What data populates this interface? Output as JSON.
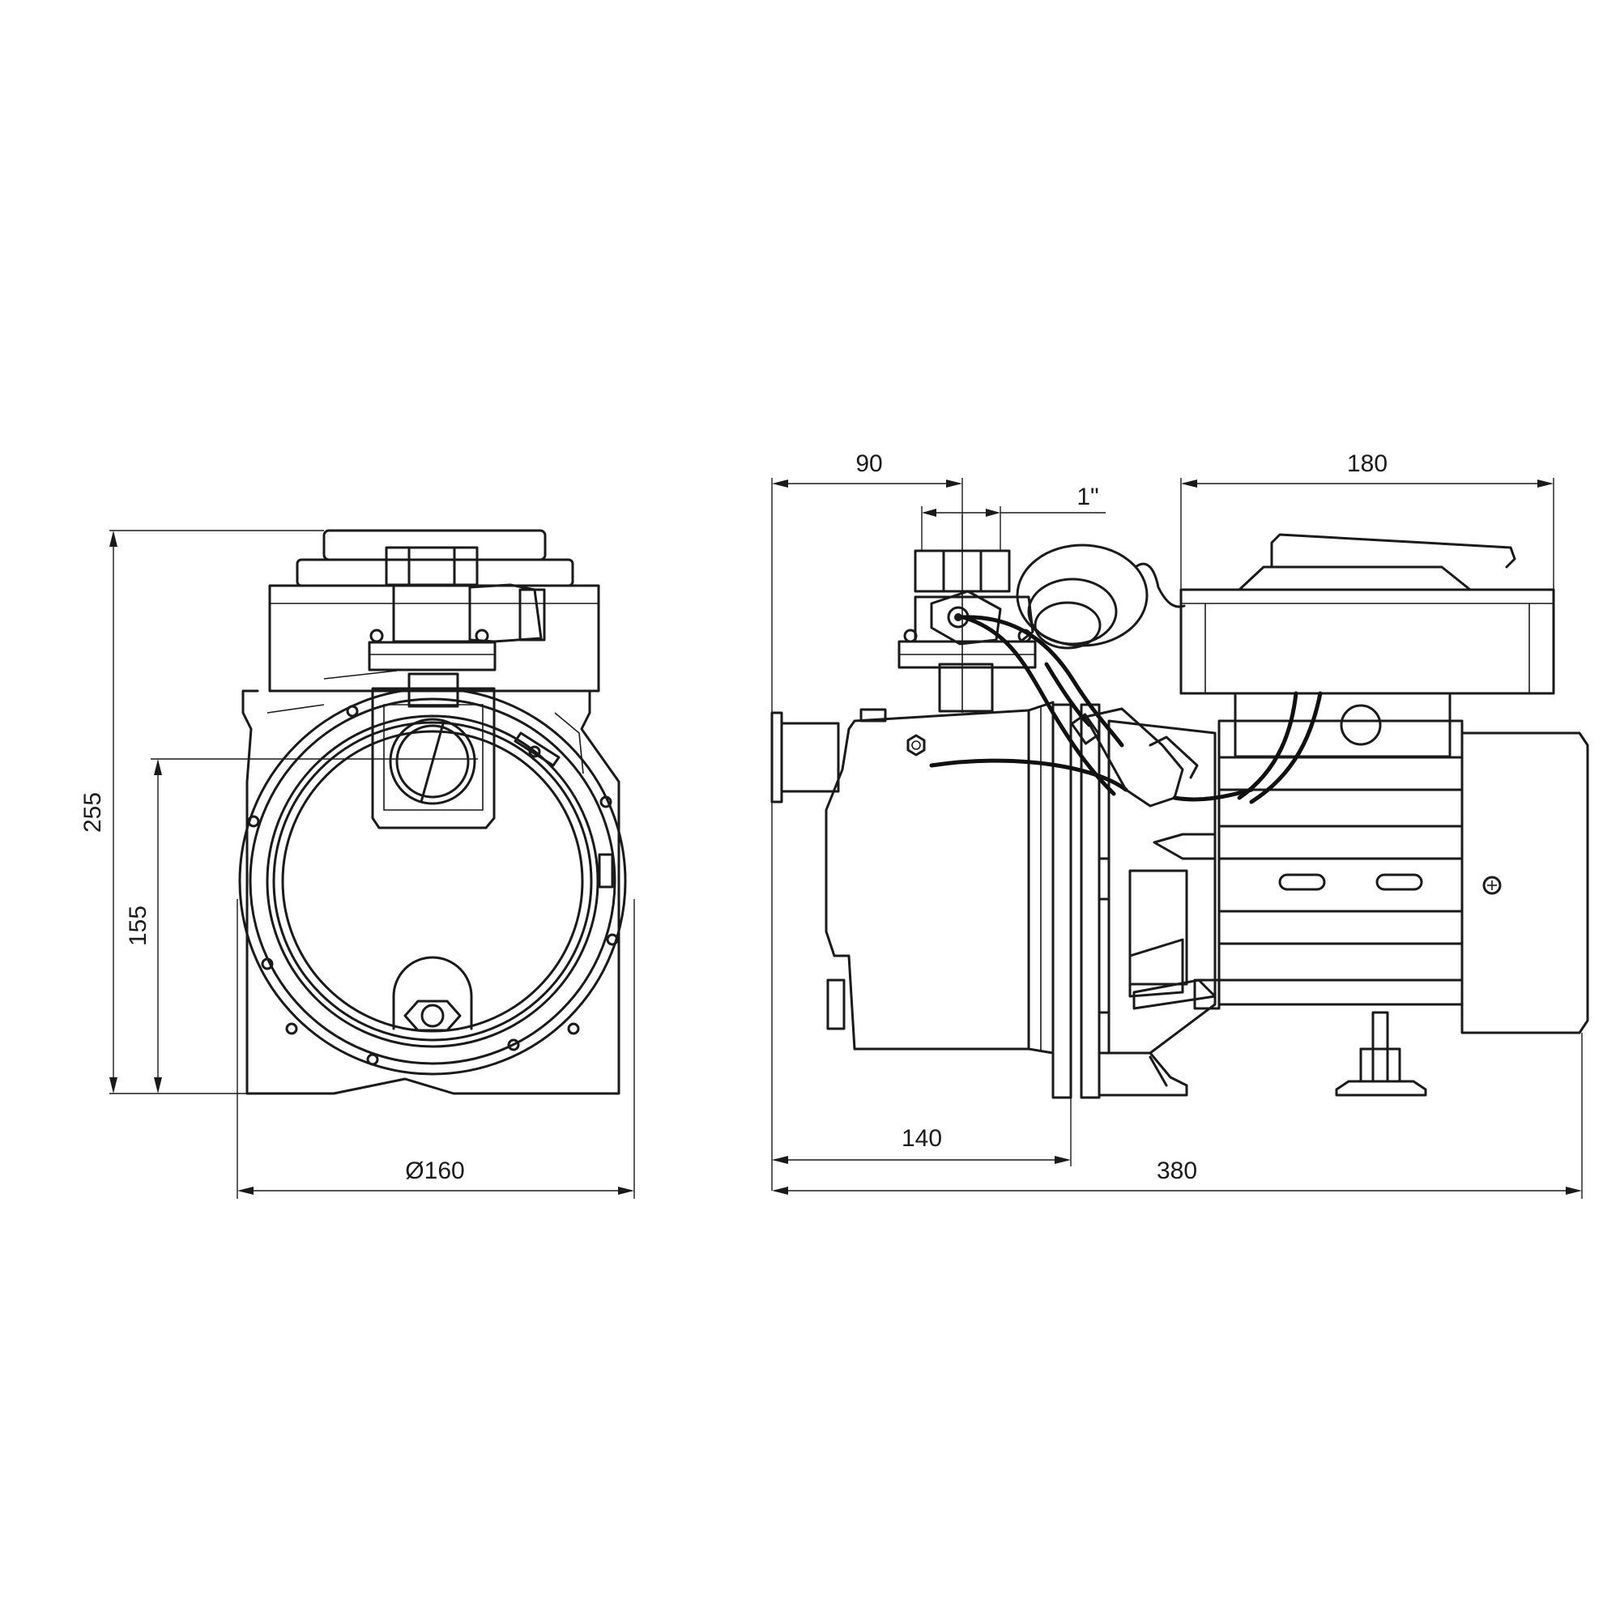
{
  "front_view": {
    "dim_total_height": "255",
    "dim_axis_height": "155",
    "dim_diameter": "Ø160"
  },
  "side_view": {
    "dim_inlet_to_outlet": "90",
    "dim_outlet_thread": "1\"",
    "dim_motor_box": "180",
    "dim_pump_body": "140",
    "dim_total_length": "380"
  }
}
